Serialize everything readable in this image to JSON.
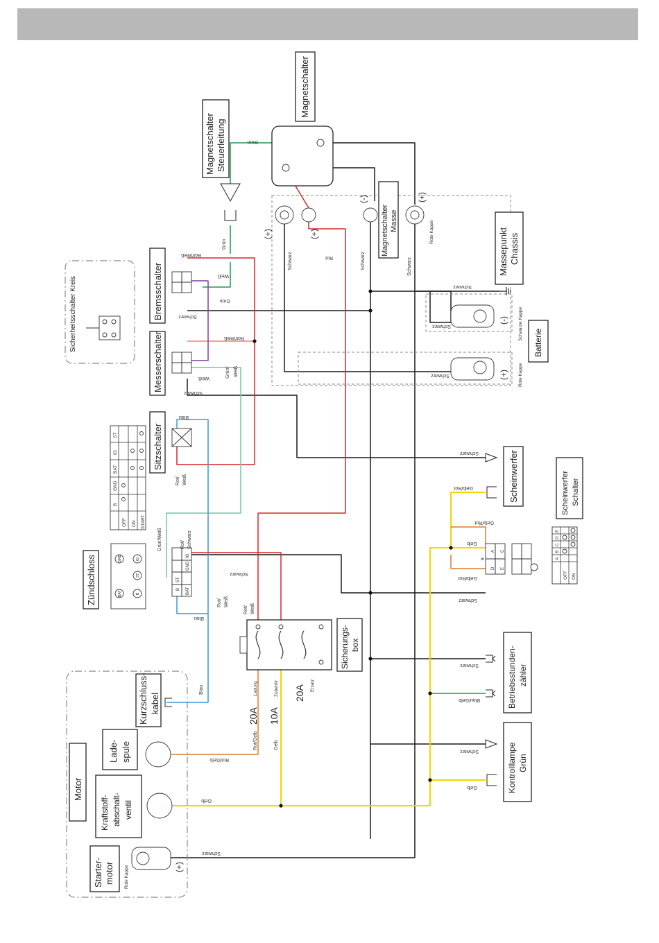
{
  "labels": {
    "magnetschalter": "Magnetschalter",
    "magnetschalter_steuerleitung_1": "Magnetschalter",
    "magnetschalter_steuerleitung_2": "Steuerleitung",
    "magnetschalter_masse_1": "Magnetschalter",
    "magnetschalter_masse_2": "Masse",
    "massepunkt_1": "Massepunkt",
    "massepunkt_2": "Chassis",
    "batterie": "Batterie",
    "bremsschalter": "Bremsschalter",
    "messerschalter": "Messerschalter",
    "sitzschalter": "Sitzschalter",
    "sicherheitsschalter_kreis": "Sicherheitsschalter Kreis",
    "zuendschloss": "Zündschloss",
    "scheinwerfer": "Scheinwerfer",
    "scheinwerfer_schalter_1": "Scheinwerfer",
    "scheinwerfer_schalter_2": "Schalter",
    "sicherungsbox_1": "Sicherungs-",
    "sicherungsbox_2": "box",
    "betriebsstundenzaehler_1": "Betriebsstunden-",
    "betriebsstundenzaehler_2": "zähler",
    "kontrolllampe_1": "Kontrolllampe",
    "kontrolllampe_2": "Grün",
    "kurzschlusskabel_1": "Kurzschluss-",
    "kurzschlusskabel_2": "kabel",
    "motor": "Motor",
    "ladespule_1": "Lade-",
    "ladespule_2": "spule",
    "kraftstoff_1": "Kraftstoff-",
    "kraftstoff_2": "abschalt-",
    "kraftstoff_3": "ventil",
    "startermotor_1": "Starter-",
    "startermotor_2": "motor",
    "rote_kappe": "Rote Kappe",
    "schwarze_kappe": "Schwarze Kappe",
    "plus": "(+)",
    "minus": "(-)"
  },
  "fuses": {
    "f1_amp": "20A",
    "f1_name": "Ladung",
    "f2_amp": "10A",
    "f2_name": "Zubehör",
    "f3_amp": "20A",
    "f3_name": "Ersatz"
  },
  "wires": {
    "gruen": "Grün",
    "rot": "Rot",
    "schwarz": "Schwarz",
    "rot_weiss": "Rot/Weiß",
    "weiss": "Weiß",
    "rot_schwarz": "Rot/Schwarz",
    "gruen_weiss": "Grün/Weiß",
    "blau": "Blau",
    "gelb": "Gelb",
    "gelb_rot": "Gelb/Rot",
    "rot_gelb": "Rot/Gelb",
    "blau_gelb": "Blau/Gelb",
    "rot_slash": "Rot/",
    "weiss_word": "Weiß",
    "schwarz_word": "Schwarz",
    "gruen_slash": "Grün/"
  },
  "ignition_table": {
    "header": [
      "B",
      "GND",
      "BAT",
      "IG",
      "ST"
    ],
    "rows": [
      "OFF",
      "ON",
      "START"
    ]
  },
  "ignition_terminals": {
    "gnd": "GND",
    "ig": "IG",
    "bat": "BAT",
    "st": "ST",
    "b": "B"
  },
  "light_switch_table": {
    "header": [
      "A",
      "B",
      "C",
      "D",
      "E"
    ],
    "rows": [
      "OFF",
      "ON"
    ]
  },
  "connector_pins": {
    "a": "A",
    "b": "B",
    "c": "C",
    "d": "D",
    "e": "E"
  },
  "colors": {
    "header_bar": "#b8b8b8",
    "black": "#1a1a1a",
    "red": "#d62728",
    "yellow": "#f2d600",
    "blue": "#3399dd",
    "green": "#1f9a4a",
    "light_green": "#6fc9a0",
    "pink": "#f08080",
    "purple": "#7b3fa0",
    "orange": "#e07b20"
  }
}
